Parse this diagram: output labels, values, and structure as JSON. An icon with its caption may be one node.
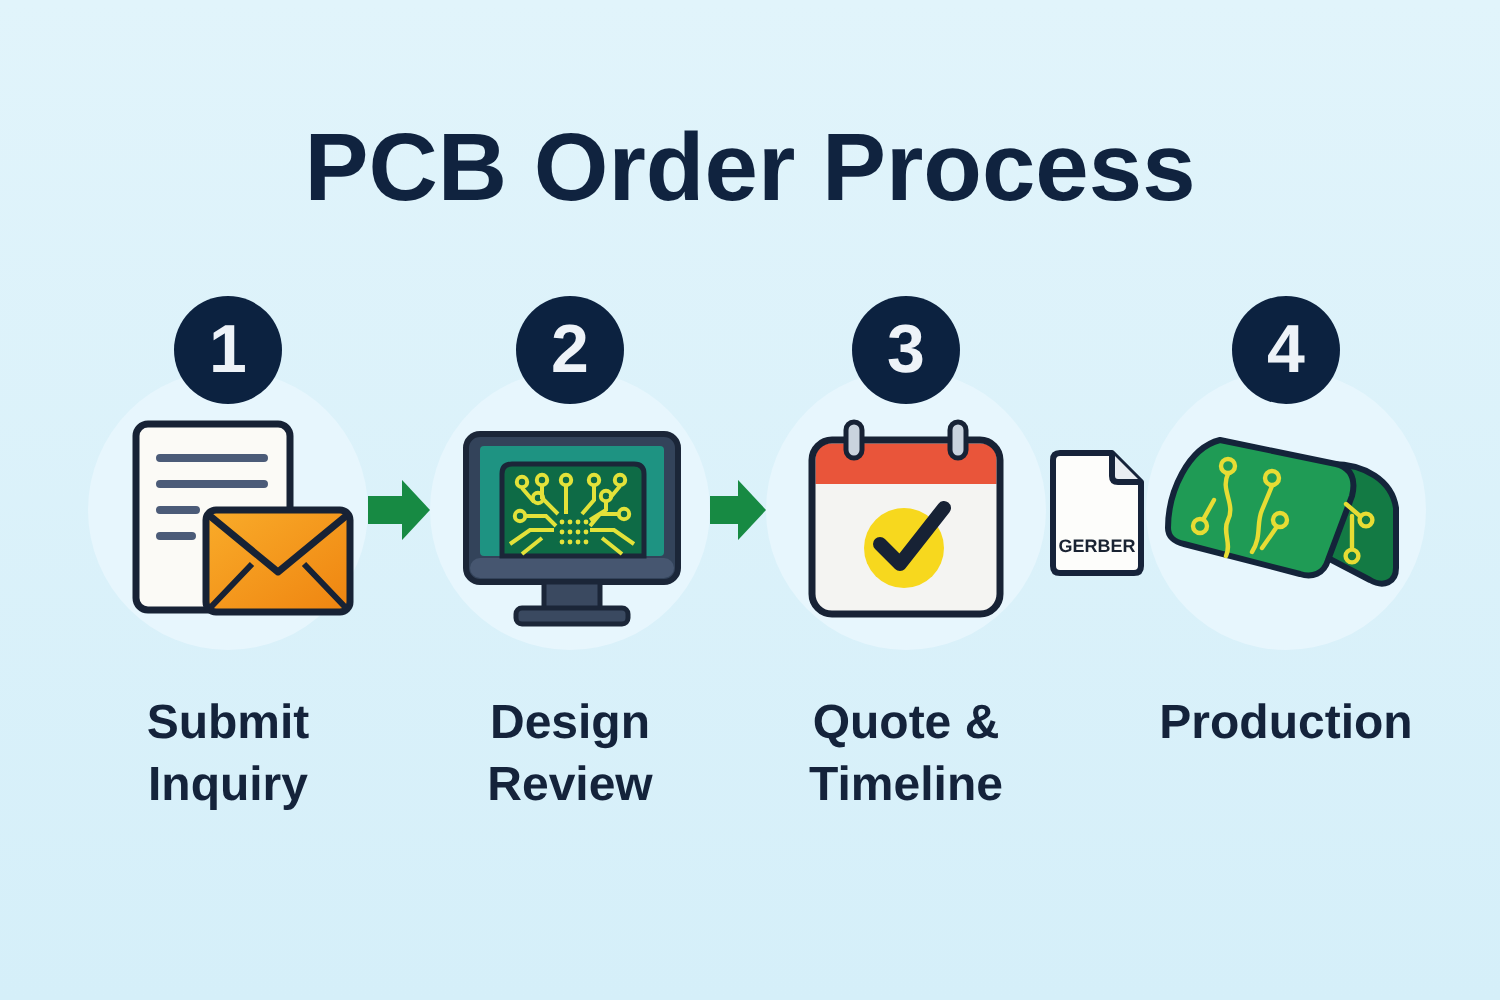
{
  "diagram": {
    "title": "PCB Order Process",
    "nodes": [
      {
        "text": [
          "1",
          "Submit Inquiry"
        ]
      },
      {
        "text": [
          "2",
          "Design Review"
        ]
      },
      {
        "text": [
          "3",
          "Quote & Timeline"
        ]
      },
      {
        "text": [
          "GERBER"
        ]
      },
      {
        "text": [
          "4",
          "Production"
        ]
      }
    ],
    "edges": [
      {
        "from": 0,
        "to": 1,
        "arrow": "to"
      },
      {
        "from": 1,
        "to": 2,
        "arrow": "to"
      }
    ]
  }
}
